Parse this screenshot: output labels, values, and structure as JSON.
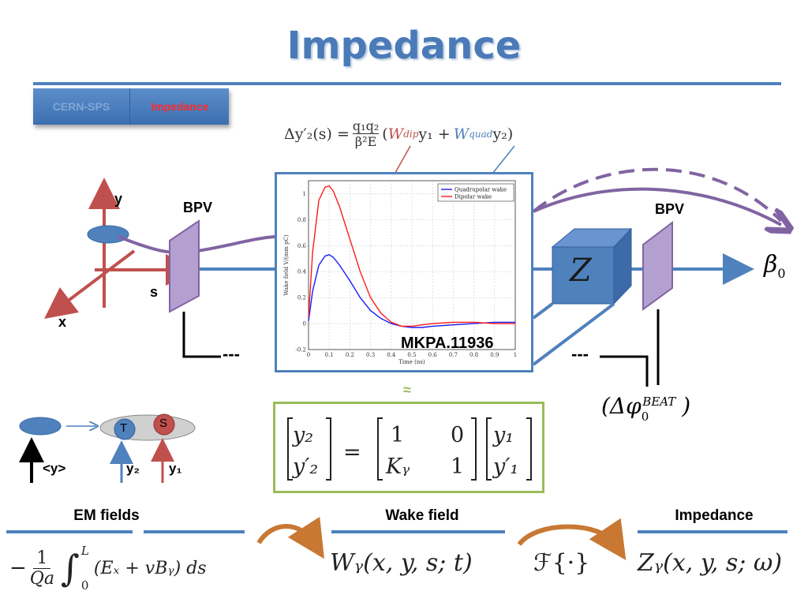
{
  "slide": {
    "title": "Impedance",
    "tabs": [
      {
        "label": "CERN-SPS"
      },
      {
        "label": "Impedance"
      }
    ]
  },
  "diagram": {
    "axis_y": "y",
    "axis_x": "x",
    "axis_s": "s",
    "bpv_left": "BPV",
    "bpv_right": "BPV",
    "z_label": "Z",
    "beta_label": "β",
    "beta_sub": "0",
    "dashes_left": "---",
    "dashes_right": "---",
    "approx_symbol": "≈",
    "phase_label": "(Δφ",
    "phase_sup": "BEAT",
    "phase_sub": "0",
    "phase_close": ")",
    "monitor_name": "MKPA.11936",
    "kick_eq": {
      "lhs": "Δy′₂(s) =",
      "num": "q₁q₂",
      "den": "β²E",
      "open": "(",
      "wdip": "W",
      "wdip_sub": "dip",
      "y1": "y₁ +",
      "wquad": "W",
      "wquad_sub": "quad",
      "y2": "y₂)"
    },
    "matrix": {
      "v1": [
        "y₂",
        "y′₂"
      ],
      "eq": "=",
      "m": [
        "1",
        "0",
        "Kᵧ",
        "1"
      ],
      "v2": [
        "y₁",
        "y′₁"
      ]
    },
    "bunch_labels": {
      "T": "T",
      "S": "S",
      "avg": "<y>",
      "y2": "y₂",
      "y1": "y₁"
    }
  },
  "chart_data": {
    "type": "line",
    "xlabel": "Time (ns)",
    "ylabel": "Wake field V/(mm pC)",
    "xlim": [
      0,
      1
    ],
    "ylim": [
      -0.2,
      1.1
    ],
    "xticks": [
      "0",
      "0.1",
      "0.2",
      "0.3",
      "0.4",
      "0.5",
      "0.6",
      "0.7",
      "0.8",
      "0.9",
      "1"
    ],
    "yticks": [
      "-0.2",
      "0",
      "0.2",
      "0.4",
      "0.6",
      "0.8",
      "1"
    ],
    "legend_position": "top-right",
    "grid": true,
    "series": [
      {
        "name": "Quadrupolar wake",
        "color": "#1a1aff",
        "x": [
          0,
          0.02,
          0.05,
          0.08,
          0.1,
          0.12,
          0.15,
          0.2,
          0.25,
          0.3,
          0.35,
          0.4,
          0.45,
          0.5,
          0.55,
          0.6,
          0.7,
          0.8,
          0.9,
          1.0
        ],
        "y": [
          0.02,
          0.25,
          0.45,
          0.52,
          0.53,
          0.51,
          0.45,
          0.33,
          0.2,
          0.1,
          0.04,
          0.0,
          -0.02,
          -0.03,
          -0.03,
          -0.02,
          -0.01,
          0.0,
          0.01,
          0.01
        ]
      },
      {
        "name": "Dipolar wake",
        "color": "#ff1a1a",
        "x": [
          0,
          0.02,
          0.05,
          0.08,
          0.1,
          0.12,
          0.15,
          0.2,
          0.25,
          0.3,
          0.35,
          0.4,
          0.45,
          0.5,
          0.55,
          0.6,
          0.7,
          0.8,
          0.9,
          1.0
        ],
        "y": [
          0.05,
          0.55,
          0.95,
          1.05,
          1.06,
          1.02,
          0.9,
          0.65,
          0.4,
          0.2,
          0.08,
          0.01,
          -0.02,
          -0.02,
          -0.01,
          0.0,
          0.01,
          0.01,
          0.0,
          0.0
        ]
      }
    ]
  },
  "bottom": {
    "em_title": "EM fields",
    "wake_title": "Wake field",
    "imp_title": "Impedance",
    "em_formula_pre": "−",
    "em_num": "1",
    "em_den": "Qa",
    "em_integral": "∫",
    "em_upper": "L",
    "em_lower": "0",
    "em_body": "(Eₓ + vBᵧ) ds",
    "wake_formula": "Wᵧ(x, y, s; t)",
    "fourier": "ℱ{·}",
    "imp_formula": "Zᵧ(x, y, s; ω)"
  },
  "colors": {
    "title": "#4a7ab8",
    "beam_line": "#4f81bd",
    "orbit": "#8064a2",
    "axes": "#c0504d",
    "arrow_orange": "#c87833"
  }
}
